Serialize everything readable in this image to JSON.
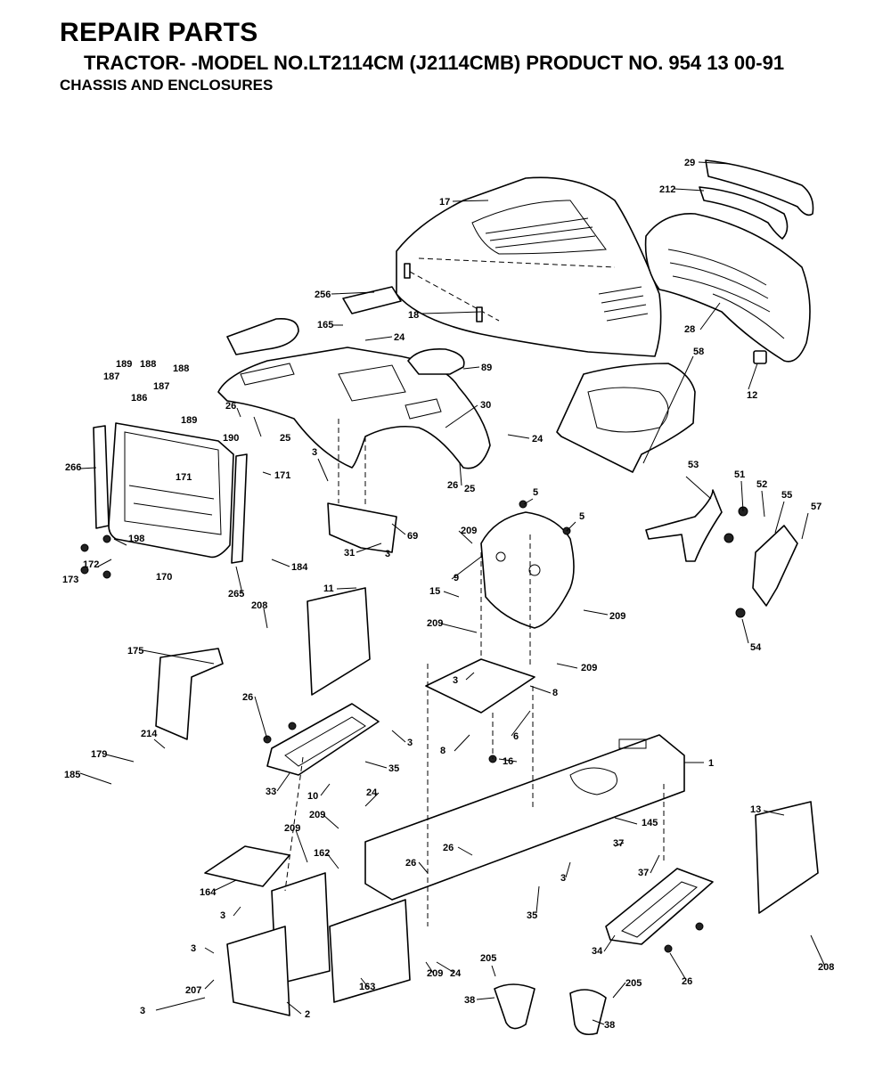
{
  "header": {
    "title": "REPAIR PARTS",
    "subtitle": "TRACTOR- -MODEL NO.LT2114CM (J2114CMB) PRODUCT NO. 954 13 00-91",
    "section": "CHASSIS AND ENCLOSURES"
  },
  "callouts": [
    "29",
    "212",
    "17",
    "256",
    "18",
    "28",
    "165",
    "24",
    "89",
    "58",
    "12",
    "189",
    "188",
    "187",
    "188",
    "186",
    "187",
    "189",
    "26",
    "25",
    "190",
    "30",
    "24",
    "266",
    "171",
    "3",
    "26",
    "25",
    "5",
    "53",
    "51",
    "52",
    "55",
    "57",
    "171",
    "209",
    "5",
    "31",
    "69",
    "3",
    "198",
    "172",
    "173",
    "170",
    "265",
    "184",
    "9",
    "15",
    "209",
    "54",
    "11",
    "208",
    "209",
    "209",
    "175",
    "3",
    "8",
    "26",
    "3",
    "6",
    "8",
    "16",
    "214",
    "179",
    "185",
    "35",
    "33",
    "10",
    "1",
    "24",
    "209",
    "209",
    "145",
    "13",
    "162",
    "26",
    "26",
    "37",
    "37",
    "164",
    "3",
    "3",
    "35",
    "34",
    "3",
    "207",
    "3",
    "2",
    "163",
    "209",
    "24",
    "205",
    "205",
    "26",
    "208",
    "38",
    "38"
  ]
}
